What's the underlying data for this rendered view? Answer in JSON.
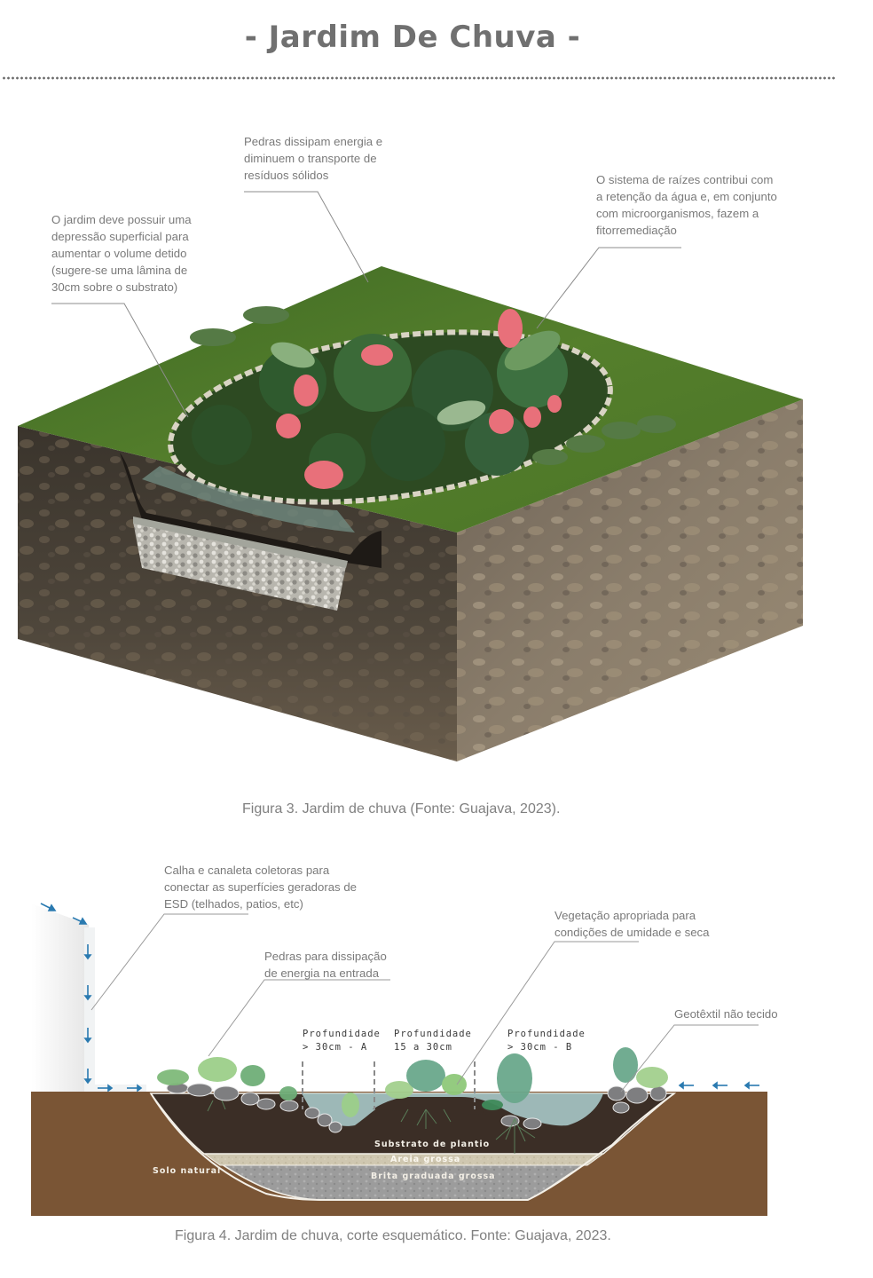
{
  "page": {
    "title": "- Jardim De Chuva -"
  },
  "figure3": {
    "annotations": {
      "stones": "Pedras dissipam energia e\ndiminuem o transporte de\nresíduos sólidos",
      "depression": "O jardim deve possuir uma\ndepressão superficial para\naumentar o volume detido\n(sugere-se uma lâmina de\n30cm sobre o substrato)",
      "roots": "O sistema de raízes contribui com\na retenção da água e, em conjunto\ncom microorganismos, fazem a\nfitorremediação"
    },
    "caption": "Figura 3. Jardim de chuva (Fonte: Guajava, 2023)."
  },
  "figure4": {
    "annotations": {
      "gutter": "Calha e canaleta coletoras para\nconectar as superfícies geradoras de\nESD (telhados, patios, etc)",
      "entry_stones": "Pedras para dissipação\nde energia na entrada",
      "vegetation": "Vegetação apropriada para\ncondições de umidade e seca",
      "geotextile": "Geotêxtil não tecido"
    },
    "depth_zones": [
      {
        "label": "Profundidade\n> 30cm - A"
      },
      {
        "label": "Profundidade\n15 a 30cm"
      },
      {
        "label": "Profundidade\n> 30cm - B"
      }
    ],
    "layers": {
      "native_soil": "Solo natural",
      "substrate": "Substrato de plantio",
      "sand": "Areia grossa",
      "gravel": "Brita graduada grossa"
    },
    "caption": "Figura 4. Jardim de chuva, corte esquemático. Fonte: Guajava, 2023."
  },
  "colors": {
    "text_gray": "#7a7a7a",
    "grass": "#4f7a2a",
    "soil_dark": "#3d3428",
    "soil_brown": "#7a5535",
    "substrate": "#3b2e26",
    "sand": "#cfc7b0",
    "gravel": "#9a9a9a",
    "water": "#a8c8c8",
    "flow_arrow": "#2a7ab0",
    "flower": "#e8707a"
  }
}
